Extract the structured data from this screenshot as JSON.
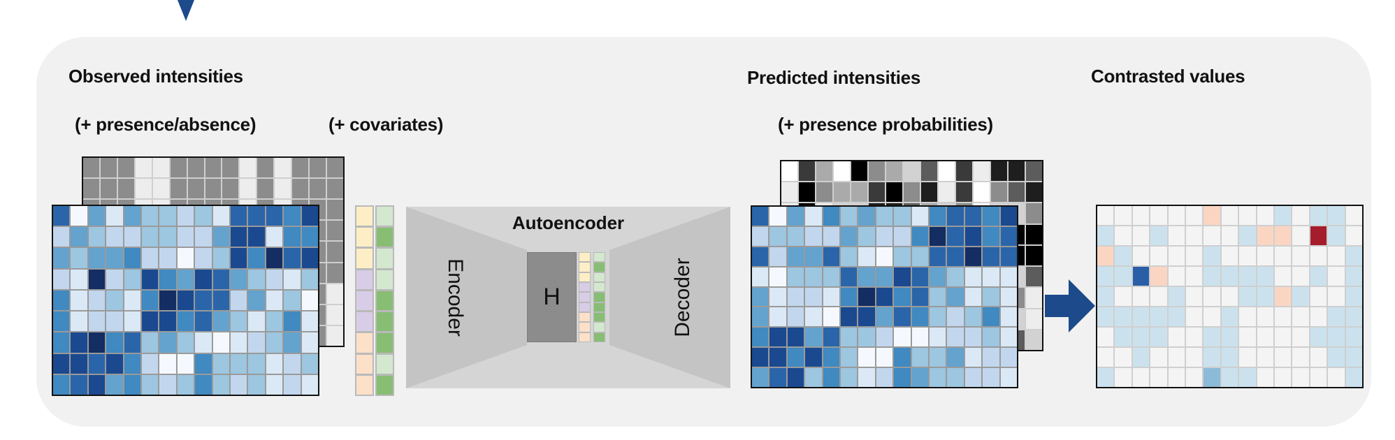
{
  "labels": {
    "observed_title": "Observed intensities",
    "observed_sub": "(+ presence/absence)",
    "covariates": "(+ covariates)",
    "autoencoder": "Autoencoder",
    "encoder": "Encoder",
    "decoder": "Decoder",
    "latent": "H",
    "predicted_title": "Predicted intensities",
    "predicted_sub": "(+ presence probabilities)",
    "contrast_title": "Contrasted values"
  },
  "colors": {
    "accent": "#1c4a8a",
    "panel_bg": "#f1f1f1",
    "blues": [
      "#f5f9ff",
      "#dbe9f6",
      "#c2d7ee",
      "#9dc6e0",
      "#63a3ce",
      "#4089c1",
      "#2a65a9",
      "#1a4990",
      "#142d62"
    ],
    "grays": [
      "#ffffff",
      "#ededed",
      "#d2d2d2",
      "#aaaaaa",
      "#8c8c8c",
      "#5c5c5c",
      "#3a3a3a",
      "#1e1e1e",
      "#000000"
    ],
    "covariate_a": {
      "y": "#fdeec6",
      "v": "#d8cde6",
      "o": "#fde0c8"
    },
    "covariate_b": {
      "l": "#d3e8cf",
      "d": "#88bd74"
    },
    "contrast": {
      "0": "#f4f4f4",
      "b": "#cbe2ee",
      "B": "#8bbbd8",
      "D": "#2a5ea6",
      "p": "#fad6c2",
      "R": "#a51d2c"
    }
  },
  "observed_blue": [
    [
      6,
      0,
      4,
      1,
      4,
      3,
      3,
      2,
      3,
      1,
      6,
      6,
      6,
      5,
      7
    ],
    [
      2,
      4,
      3,
      2,
      2,
      3,
      3,
      2,
      2,
      4,
      7,
      7,
      1,
      5,
      5
    ],
    [
      4,
      3,
      4,
      4,
      5,
      2,
      2,
      0,
      2,
      3,
      7,
      5,
      8,
      6,
      7
    ],
    [
      2,
      1,
      8,
      2,
      3,
      7,
      5,
      4,
      7,
      6,
      4,
      3,
      2,
      1,
      3
    ],
    [
      5,
      1,
      2,
      3,
      1,
      5,
      8,
      7,
      6,
      6,
      2,
      4,
      1,
      3,
      0
    ],
    [
      5,
      1,
      2,
      2,
      1,
      7,
      7,
      5,
      6,
      4,
      3,
      1,
      3,
      5,
      1
    ],
    [
      5,
      7,
      8,
      5,
      6,
      3,
      4,
      3,
      1,
      0,
      1,
      2,
      3,
      4,
      1
    ],
    [
      7,
      7,
      6,
      7,
      5,
      2,
      0,
      0,
      5,
      3,
      3,
      3,
      1,
      2,
      3
    ],
    [
      5,
      6,
      7,
      4,
      5,
      3,
      2,
      3,
      5,
      3,
      2,
      3,
      1,
      2,
      1
    ]
  ],
  "observed_presence": [
    [
      4,
      4,
      4,
      1,
      1,
      4,
      4,
      4,
      4,
      1,
      4,
      1,
      4,
      4,
      4
    ],
    [
      4,
      4,
      4,
      1,
      1,
      4,
      4,
      4,
      4,
      1,
      4,
      1,
      4,
      4,
      4
    ],
    [
      4,
      4,
      4,
      1,
      1,
      4,
      4,
      4,
      4,
      1,
      4,
      1,
      4,
      4,
      4
    ],
    [
      4,
      4,
      4,
      1,
      1,
      4,
      4,
      4,
      4,
      1,
      4,
      1,
      4,
      4,
      4
    ],
    [
      4,
      4,
      4,
      1,
      1,
      4,
      4,
      4,
      4,
      1,
      4,
      1,
      4,
      4,
      4
    ],
    [
      4,
      4,
      4,
      1,
      1,
      4,
      4,
      4,
      4,
      1,
      4,
      1,
      4,
      4,
      4
    ],
    [
      4,
      4,
      4,
      1,
      1,
      4,
      4,
      4,
      4,
      1,
      4,
      1,
      4,
      4,
      1
    ],
    [
      4,
      4,
      4,
      1,
      1,
      4,
      4,
      4,
      4,
      1,
      4,
      1,
      4,
      4,
      1
    ],
    [
      4,
      4,
      4,
      1,
      1,
      4,
      4,
      4,
      4,
      1,
      4,
      1,
      4,
      4,
      1
    ]
  ],
  "covariates_a": [
    "y",
    "y",
    "y",
    "v",
    "v",
    "v",
    "o",
    "o",
    "o"
  ],
  "covariates_b": [
    "l",
    "d",
    "l",
    "l",
    "d",
    "d",
    "d",
    "l",
    "d"
  ],
  "predicted_blue": [
    [
      6,
      0,
      4,
      1,
      5,
      3,
      4,
      3,
      3,
      1,
      5,
      6,
      6,
      5,
      7
    ],
    [
      2,
      3,
      3,
      2,
      2,
      4,
      3,
      2,
      2,
      5,
      8,
      6,
      7,
      5,
      6
    ],
    [
      6,
      2,
      4,
      4,
      6,
      3,
      1,
      0,
      3,
      3,
      6,
      6,
      8,
      6,
      6
    ],
    [
      1,
      0,
      3,
      3,
      3,
      6,
      4,
      4,
      7,
      6,
      4,
      3,
      1,
      1,
      1
    ],
    [
      4,
      1,
      2,
      2,
      1,
      5,
      8,
      7,
      5,
      6,
      3,
      4,
      1,
      3,
      1
    ],
    [
      4,
      1,
      2,
      1,
      0,
      7,
      7,
      4,
      6,
      5,
      3,
      2,
      3,
      5,
      1
    ],
    [
      5,
      7,
      7,
      4,
      6,
      3,
      3,
      2,
      0,
      0,
      1,
      2,
      2,
      3,
      1
    ],
    [
      7,
      7,
      5,
      7,
      5,
      3,
      0,
      0,
      5,
      3,
      3,
      4,
      1,
      2,
      2
    ],
    [
      4,
      6,
      7,
      3,
      5,
      3,
      1,
      2,
      5,
      4,
      3,
      3,
      2,
      2,
      1
    ]
  ],
  "predicted_presence": [
    [
      0,
      6,
      3,
      0,
      8,
      4,
      3,
      2,
      5,
      0,
      6,
      1,
      7,
      7,
      5
    ],
    [
      1,
      8,
      4,
      3,
      3,
      6,
      8,
      4,
      7,
      1,
      6,
      0,
      4,
      5,
      7
    ],
    [
      1,
      8,
      1,
      2,
      2,
      7,
      7,
      5,
      3,
      2,
      4,
      0,
      2,
      2,
      4
    ],
    [
      1,
      8,
      4,
      3,
      3,
      7,
      5,
      4,
      3,
      1,
      4,
      1,
      8,
      8,
      8
    ],
    [
      1,
      8,
      4,
      3,
      3,
      7,
      5,
      4,
      3,
      1,
      4,
      1,
      8,
      8,
      8
    ],
    [
      1,
      8,
      4,
      3,
      3,
      7,
      5,
      4,
      3,
      1,
      4,
      1,
      2,
      2,
      5
    ],
    [
      1,
      8,
      4,
      3,
      3,
      7,
      5,
      4,
      3,
      1,
      4,
      1,
      2,
      4,
      1
    ],
    [
      1,
      8,
      4,
      3,
      3,
      7,
      5,
      4,
      3,
      1,
      4,
      1,
      2,
      2,
      1
    ],
    [
      1,
      8,
      4,
      3,
      3,
      7,
      5,
      4,
      3,
      1,
      4,
      1,
      2,
      5,
      2
    ]
  ],
  "contrast": [
    [
      "0",
      "0",
      "0",
      "0",
      "0",
      "0",
      "p",
      "0",
      "0",
      "0",
      "b",
      "0",
      "b",
      "b",
      "0"
    ],
    [
      "b",
      "0",
      "0",
      "b",
      "0",
      "0",
      "0",
      "0",
      "b",
      "p",
      "p",
      "0",
      "R",
      "b",
      "0"
    ],
    [
      "p",
      "b",
      "0",
      "0",
      "0",
      "0",
      "b",
      "0",
      "0",
      "0",
      "0",
      "0",
      "0",
      "0",
      "b"
    ],
    [
      "b",
      "b",
      "D",
      "p",
      "0",
      "0",
      "b",
      "b",
      "b",
      "b",
      "0",
      "0",
      "b",
      "0",
      "b"
    ],
    [
      "b",
      "0",
      "0",
      "0",
      "b",
      "0",
      "0",
      "0",
      "b",
      "b",
      "p",
      "b",
      "0",
      "0",
      "b"
    ],
    [
      "b",
      "b",
      "b",
      "b",
      "b",
      "0",
      "0",
      "b",
      "0",
      "0",
      "0",
      "0",
      "0",
      "b",
      "b"
    ],
    [
      "0",
      "b",
      "b",
      "b",
      "0",
      "0",
      "b",
      "b",
      "0",
      "0",
      "0",
      "0",
      "b",
      "b",
      "b"
    ],
    [
      "0",
      "0",
      "b",
      "0",
      "0",
      "0",
      "b",
      "b",
      "0",
      "0",
      "0",
      "0",
      "0",
      "b",
      "b"
    ],
    [
      "b",
      "0",
      "0",
      "0",
      "0",
      "0",
      "B",
      "b",
      "b",
      "0",
      "0",
      "0",
      "0",
      "0",
      "b"
    ]
  ]
}
